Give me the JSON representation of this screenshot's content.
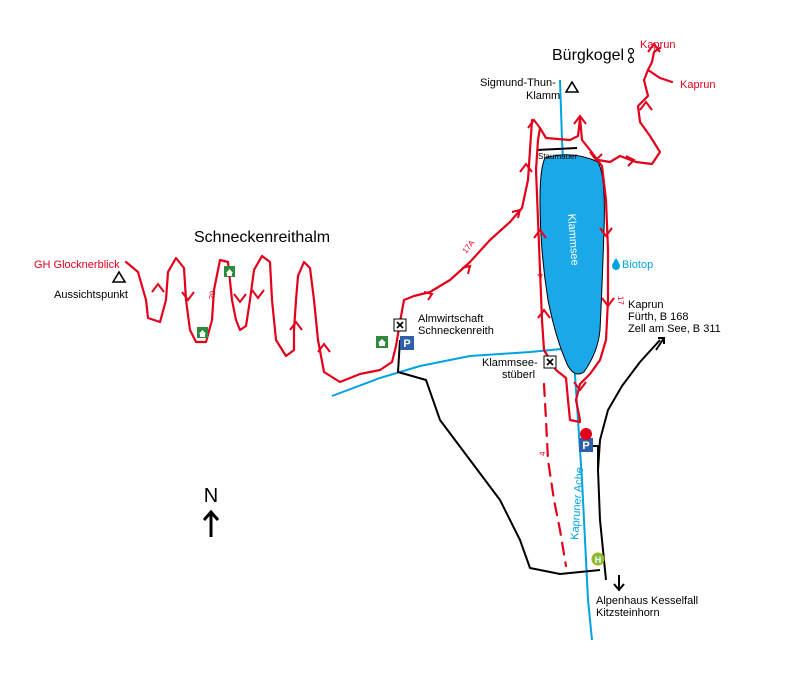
{
  "labels": {
    "buergkogel": "Bürgkogel",
    "kaprun_top": "Kaprun",
    "kaprun_right": "Kaprun",
    "sigmund_1": "Sigmund-Thun-",
    "sigmund_2": "Klamm",
    "staumauer": "Staumauer",
    "schneckenreithalm": "Schneckenreithalm",
    "gh_glocknerblick": "GH Glocknerblick",
    "aussichtspunkt": "Aussichtspunkt",
    "almwirtschaft_1": "Almwirtschaft",
    "almwirtschaft_2": "Schneckenreith",
    "klammsee": "Klammsee",
    "biotop": "Biotop",
    "kaprun_dir_1": "Kaprun",
    "kaprun_dir_2": "Fürth, B 168",
    "kaprun_dir_3": "Zell am See, B 311",
    "klammsee_stueberl_1": "Klammsee-",
    "klammsee_stueberl_2": "stüberl",
    "kapruner_ache": "Kapruner Ache",
    "alpenhaus_1": "Alpenhaus Kesselfall",
    "alpenhaus_2": "Kitzsteinhorn",
    "north": "N",
    "parking": "P",
    "bus": "H"
  },
  "route_numbers": {
    "r29": "29",
    "r17a": "17A",
    "r4_upper": "4",
    "r4_lower": "4",
    "r17": "17"
  },
  "colors": {
    "route": "#e3001b",
    "water": "#00a3e0",
    "lake": "#1ba8e8",
    "road": "#000000",
    "parking": "#2f5fa8",
    "hut": "#2e8b3a",
    "bus": "#7cc242"
  },
  "icons": [
    "summit-triangle-icon",
    "restaurant-icon",
    "hut-icon",
    "parking-icon",
    "bus-stop-icon",
    "start-point-icon",
    "north-arrow-icon",
    "biotop-drop-icon",
    "direction-arrow-icon"
  ]
}
